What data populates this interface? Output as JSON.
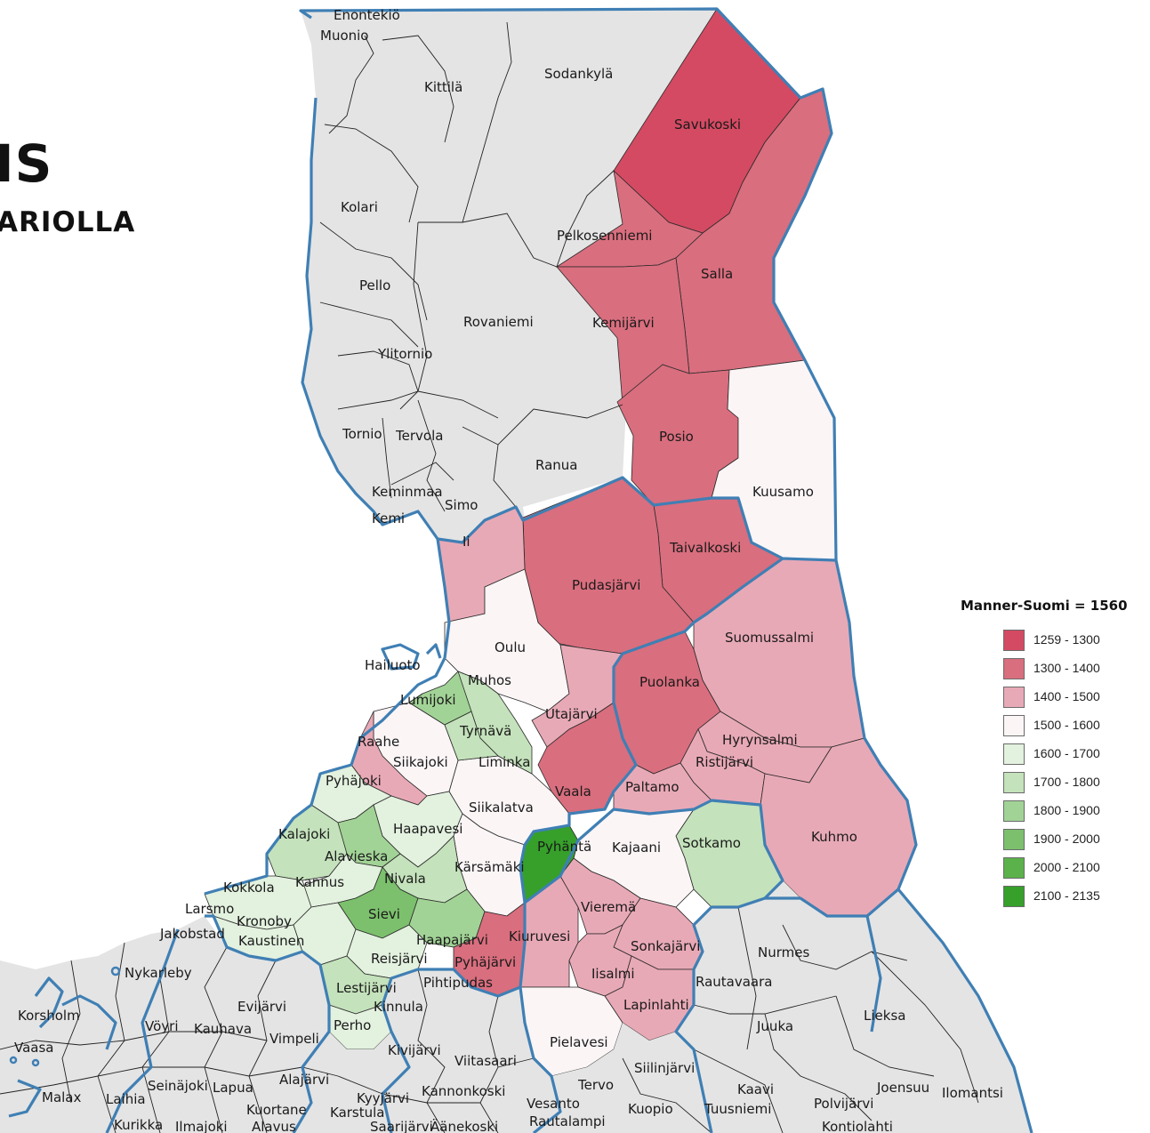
{
  "heading": {
    "title": "IS",
    "subtitle": "ARIOLLA"
  },
  "legend": {
    "title": "Manner-Suomi = 1560",
    "items": [
      {
        "label": "1259 - 1300",
        "color": "#d44a62"
      },
      {
        "label": "1300 - 1400",
        "color": "#d96e7e"
      },
      {
        "label": "1400 - 1500",
        "color": "#e8a9b6"
      },
      {
        "label": "1500 - 1600",
        "color": "#fbf5f6"
      },
      {
        "label": "1600 - 1700",
        "color": "#e3f1df"
      },
      {
        "label": "1700 - 1800",
        "color": "#c4e2bb"
      },
      {
        "label": "1800 - 1900",
        "color": "#a2d396"
      },
      {
        "label": "1900 - 2000",
        "color": "#7cc06d"
      },
      {
        "label": "2000 - 2100",
        "color": "#5bb24a"
      },
      {
        "label": "2100 - 2135",
        "color": "#36a02a"
      }
    ]
  },
  "colors": {
    "no_data": "#e4e4e4",
    "region_border": "#3f7fb4",
    "municipality_border": "#222222"
  },
  "municipalities": [
    "Enontekiö",
    "Muonio",
    "Kittilä",
    "Sodankylä",
    "Savukoski",
    "Kolari",
    "Pelkosenniemi",
    "Salla",
    "Pello",
    "Rovaniemi",
    "Kemijärvi",
    "Ylitornio",
    "Posio",
    "Tornio",
    "Tervola",
    "Ranua",
    "Kuusamo",
    "Keminmaa",
    "Simo",
    "Kemi",
    "Ii",
    "Taivalkoski",
    "Pudasjärvi",
    "Suomussalmi",
    "Oulu",
    "Hailuoto",
    "Muhos",
    "Puolanka",
    "Lumijoki",
    "Tyrnävä",
    "Utajärvi",
    "Raahe",
    "Hyrynsalmi",
    "Siikajoki",
    "Liminka",
    "Ristijärvi",
    "Pyhäjoki",
    "Vaala",
    "Paltamo",
    "Siikalatva",
    "Haapavesi",
    "Kalajoki",
    "Pyhäntä",
    "Kajaani",
    "Sotkamo",
    "Kuhmo",
    "Alavieska",
    "Kärsämäki",
    "Kannus",
    "Nivala",
    "Kokkola",
    "Vieremä",
    "Larsmo",
    "Kronoby",
    "Sievi",
    "Jakobstad",
    "Kaustinen",
    "Haapajärvi",
    "Kiuruvesi",
    "Sonkajärvi",
    "Nurmes",
    "Nykarleby",
    "Reisjärvi",
    "Pyhäjärvi",
    "Iisalmi",
    "Rautavaara",
    "Lestijärvi",
    "Pihtipudas",
    "Evijärvi",
    "Korsholm",
    "Kinnula",
    "Lapinlahti",
    "Lieksa",
    "Vöyri",
    "Kauhava",
    "Vimpeli",
    "Perho",
    "Juuka",
    "Vaasa",
    "Pielavesi",
    "Kivijärvi",
    "Viitasaari",
    "Siilinjärvi",
    "Seinäjoki",
    "Lapua",
    "Alajärvi",
    "Kyyjärvi",
    "Malax",
    "Laihia",
    "Tervo",
    "Kannonkoski",
    "Kaavi",
    "Joensuu",
    "Ilomantsi",
    "Polvijärvi",
    "Kuortane",
    "Karstula",
    "Vesanto",
    "Kuopio",
    "Tuusniemi",
    "Kurikka",
    "Ilmajoki",
    "Alavus",
    "Saarijärvi",
    "Äänekoski",
    "Rautalampi",
    "Kontiolahti"
  ]
}
